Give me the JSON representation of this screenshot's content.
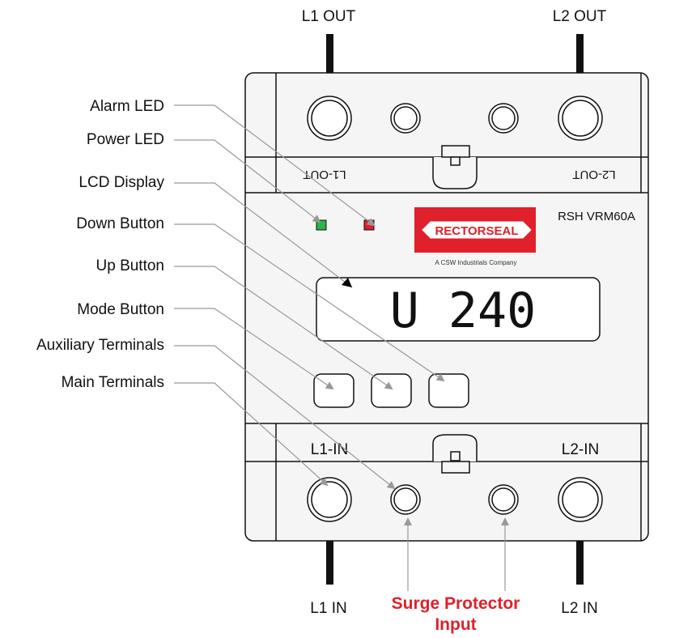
{
  "top_labels": {
    "l1_out": "L1 OUT",
    "l2_out": "L2 OUT"
  },
  "bottom_labels": {
    "l1_in": "L1 IN",
    "l2_in": "L2 IN"
  },
  "surge": {
    "line1": "Surge Protector",
    "line2": "Input",
    "color": "#e0202a"
  },
  "callouts": {
    "alarm_led": "Alarm LED",
    "power_led": "Power LED",
    "lcd_display": "LCD Display",
    "down_button": "Down Button",
    "up_button": "Up Button",
    "mode_button": "Mode Button",
    "aux_terminals": "Auxiliary Terminals",
    "main_terminals": "Main Terminals"
  },
  "device": {
    "model": "RSH VRM60A",
    "l1_out_flipped": "L1-OUT",
    "l2_out_flipped": "L2-OUT",
    "l1_in": "L1-IN",
    "l2_in": "L2-IN",
    "lcd_value": "U 240",
    "brand": "RECTORSEAL",
    "tagline": "A CSW Industrials Company",
    "brand_color": "#e0202a",
    "power_led_color": "#2db34a",
    "alarm_led_color": "#e0202a"
  }
}
